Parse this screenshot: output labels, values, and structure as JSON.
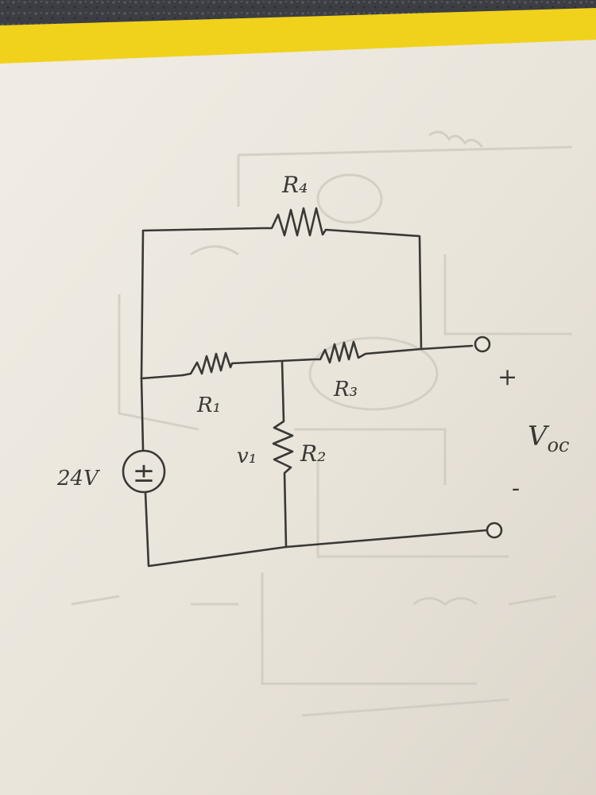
{
  "colors": {
    "background_fabric": "#3c3e44",
    "paper_edge": "#f0d21c",
    "paper": "#ebe6dc",
    "pencil": "#3a3835",
    "ghost_lines": "#cfcac0"
  },
  "circuit": {
    "source": {
      "value_label": "24V",
      "symbol": "±"
    },
    "resistors": [
      {
        "id": "R1",
        "label": "R₁"
      },
      {
        "id": "R2",
        "label": "R₂"
      },
      {
        "id": "R3",
        "label": "R₃"
      },
      {
        "id": "R4",
        "label": "R₄"
      }
    ],
    "node_voltage_label": "v₁",
    "output": {
      "label": "V",
      "subscript": "oc",
      "plus_sign": "+",
      "minus_sign": "-"
    }
  }
}
